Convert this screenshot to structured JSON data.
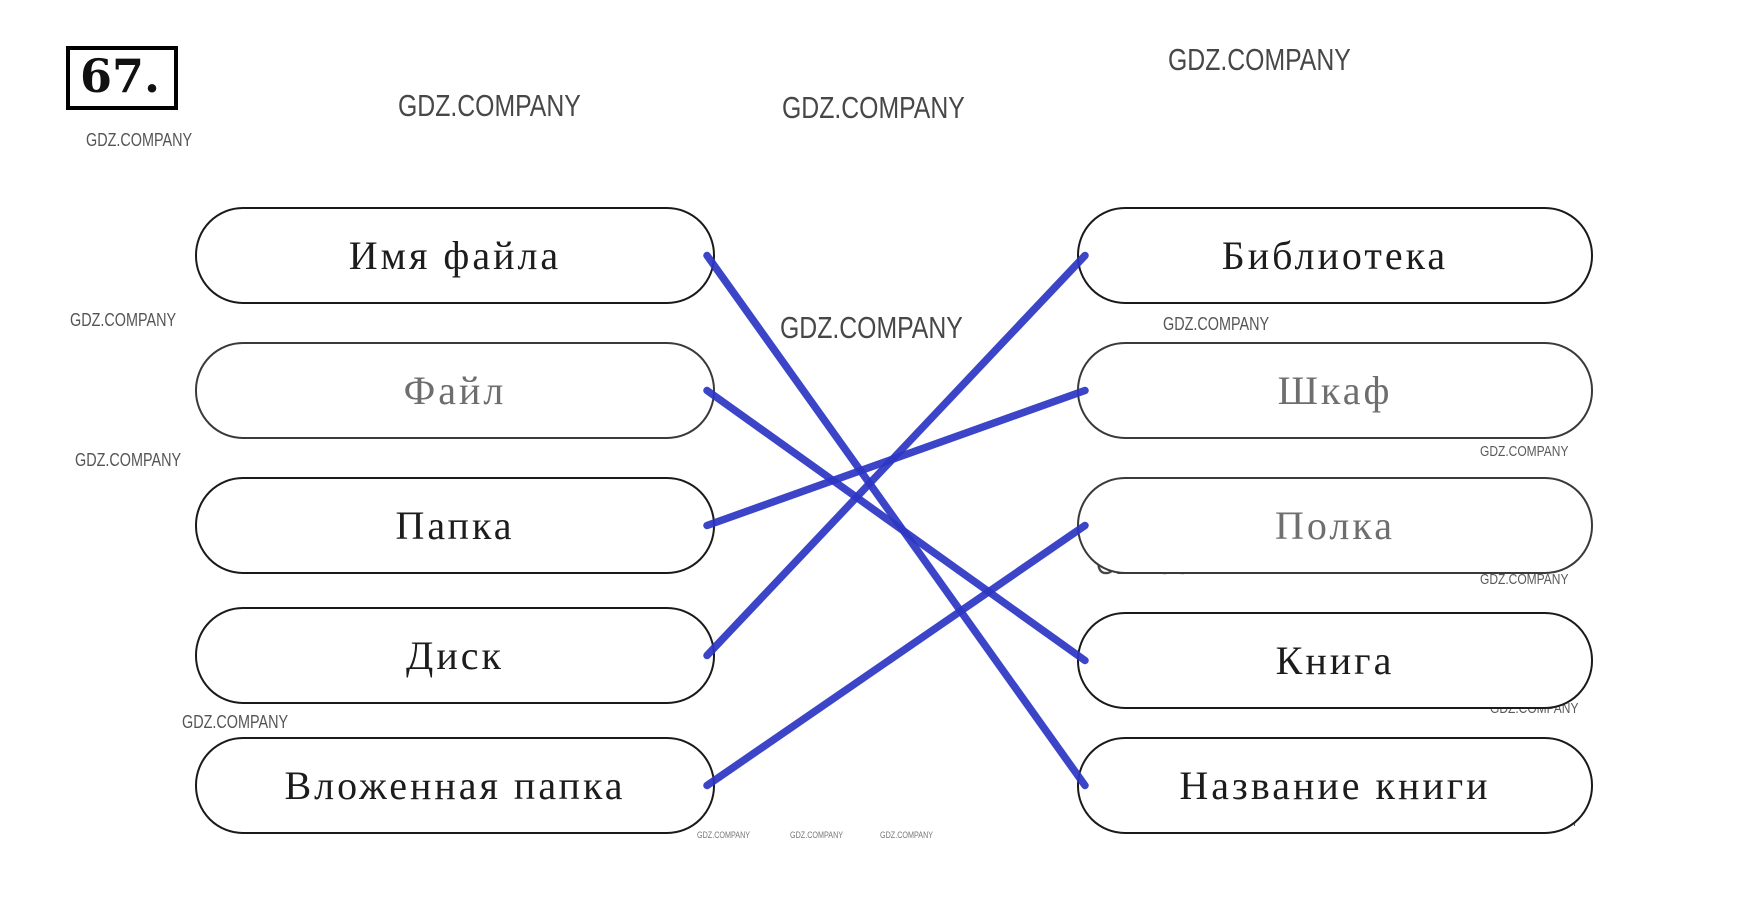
{
  "exercise": {
    "number": "67."
  },
  "watermark": {
    "text": "GDZ.COMPANY"
  },
  "left_items": [
    {
      "label": "Имя файла"
    },
    {
      "label": "Файл"
    },
    {
      "label": "Папка"
    },
    {
      "label": "Диск"
    },
    {
      "label": "Вложенная папка"
    }
  ],
  "right_items": [
    {
      "label": "Библиотека"
    },
    {
      "label": "Шкаф"
    },
    {
      "label": "Полка"
    },
    {
      "label": "Книга"
    },
    {
      "label": "Название книги"
    }
  ],
  "connections": [
    {
      "from": 0,
      "to": 4
    },
    {
      "from": 1,
      "to": 3
    },
    {
      "from": 2,
      "to": 1
    },
    {
      "from": 3,
      "to": 0
    },
    {
      "from": 4,
      "to": 2
    }
  ],
  "colors": {
    "line": "#2c36c4",
    "box_border": "#1a1a1a",
    "watermark": "#4f4f4f"
  }
}
